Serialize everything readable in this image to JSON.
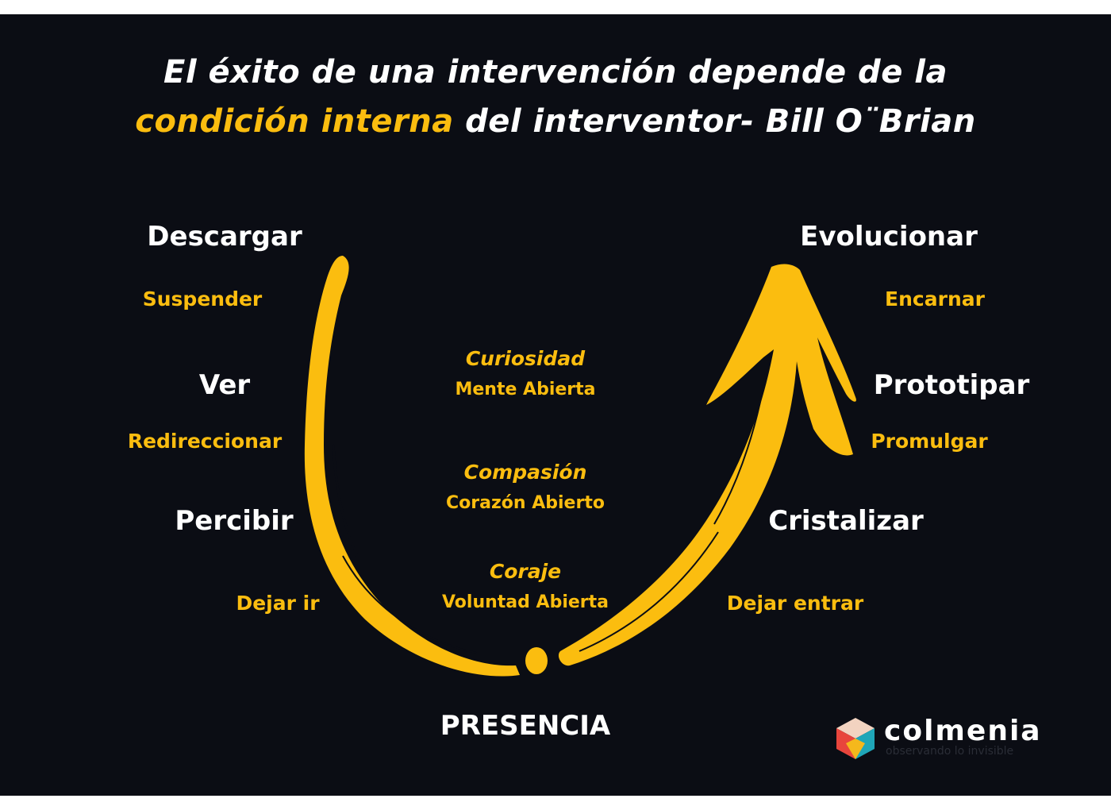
{
  "title": {
    "line1": "El éxito de una intervención depende de la",
    "highlight": "condición interna",
    "line2_rest": " del interventor- Bill O¨Brian"
  },
  "left": {
    "descargar": "Descargar",
    "suspender": "Suspender",
    "ver": "Ver",
    "redireccionar": "Redireccionar",
    "percibir": "Percibir",
    "dejar_ir": "Dejar ir"
  },
  "right": {
    "evolucionar": "Evolucionar",
    "encarnar": "Encarnar",
    "prototipar": "Prototipar",
    "promulgar": "Promulgar",
    "cristalizar": "Cristalizar",
    "dejar_entrar": "Dejar entrar"
  },
  "center": {
    "curiosidad": "Curiosidad",
    "mente": "Mente Abierta",
    "compasion": "Compasión",
    "corazon": "Corazón Abierto",
    "coraje": "Coraje",
    "voluntad": "Voluntad Abierta"
  },
  "bottom": "PRESENCIA",
  "logo": {
    "name": "colmenia",
    "tagline": "observando lo invisible"
  },
  "colors": {
    "accent": "#fbbd0f",
    "background": "#0b0d14",
    "text": "#ffffff"
  }
}
